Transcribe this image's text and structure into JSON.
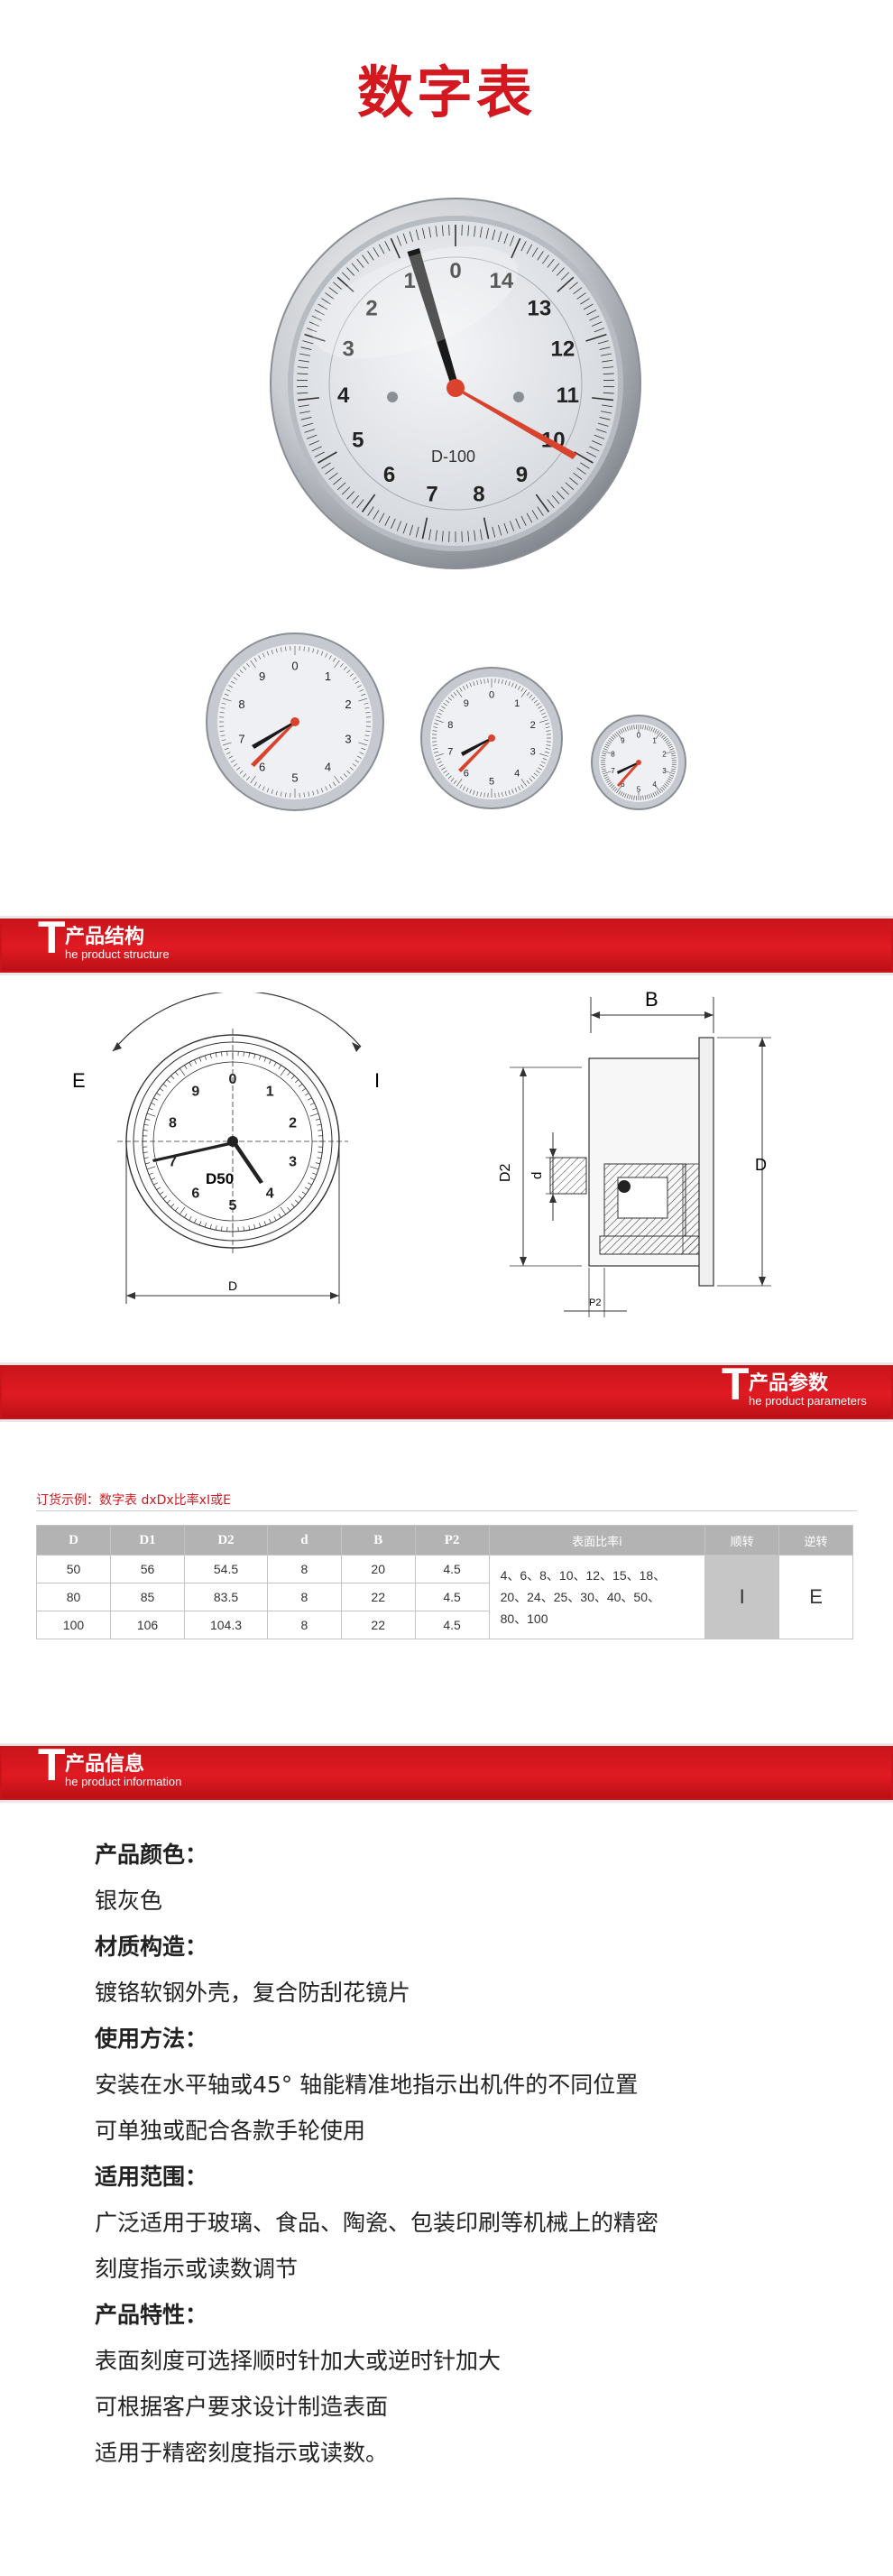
{
  "title": "数字表",
  "hero": {
    "numbers": [
      "0",
      "14",
      "13",
      "12",
      "11",
      "10",
      "9",
      "8",
      "7",
      "6",
      "5",
      "4",
      "3",
      "2",
      "1"
    ],
    "model": "D-100"
  },
  "sections": {
    "structure": {
      "cn": "产品结构",
      "en": "he product structure"
    },
    "params": {
      "cn": "产品参数",
      "en": "he product parameters"
    },
    "info": {
      "cn": "产品信息",
      "en": "he product information"
    }
  },
  "drawing_front": {
    "label_e": "E",
    "label_i": "I",
    "label_d": "D",
    "model": "D50",
    "numbers": [
      "0",
      "1",
      "2",
      "3",
      "4",
      "5",
      "6",
      "7",
      "8",
      "9"
    ]
  },
  "drawing_side": {
    "label_b": "B",
    "label_d2": "D2",
    "label_d_small": "d",
    "label_d": "D",
    "label_p2": "P2"
  },
  "order": {
    "example": "订货示例：数字表  dxDx比率xI或E"
  },
  "table": {
    "headers": [
      "D",
      "D1",
      "D2",
      "d",
      "B",
      "P2",
      "表面比率i",
      "顺转",
      "逆转"
    ],
    "rows": [
      [
        "50",
        "56",
        "54.5",
        "8",
        "20",
        "4.5"
      ],
      [
        "80",
        "85",
        "83.5",
        "8",
        "22",
        "4.5"
      ],
      [
        "100",
        "106",
        "104.3",
        "8",
        "22",
        "4.5"
      ]
    ],
    "ratio_lines": [
      "4、6、8、10、12、15、18、",
      "20、24、25、30、40、50、",
      "80、100"
    ],
    "clockwise": "I",
    "counter": "E"
  },
  "info": {
    "color_h": "产品颜色：",
    "color_v": "银灰色",
    "material_h": "材质构造：",
    "material_v": "镀铬软钢外壳，复合防刮花镜片",
    "usage_h": "使用方法：",
    "usage_v1": "安装在水平轴或45° 轴能精准地指示出机件的不同位置",
    "usage_v2": "可单独或配合各款手轮使用",
    "scope_h": "适用范围：",
    "scope_v1": "广泛适用于玻璃、食品、陶瓷、包装印刷等机械上的精密",
    "scope_v2": "刻度指示或读数调节",
    "feature_h": "产品特性：",
    "feature_v1": "表面刻度可选择顺时针加大或逆时针加大",
    "feature_v2": "可根据客户要求设计制造表面",
    "feature_v3": "适用于精密刻度指示或读数。"
  },
  "colors": {
    "accent": "#d3181f",
    "banner": "#c9141b",
    "table_header": "#b3b3b3"
  }
}
